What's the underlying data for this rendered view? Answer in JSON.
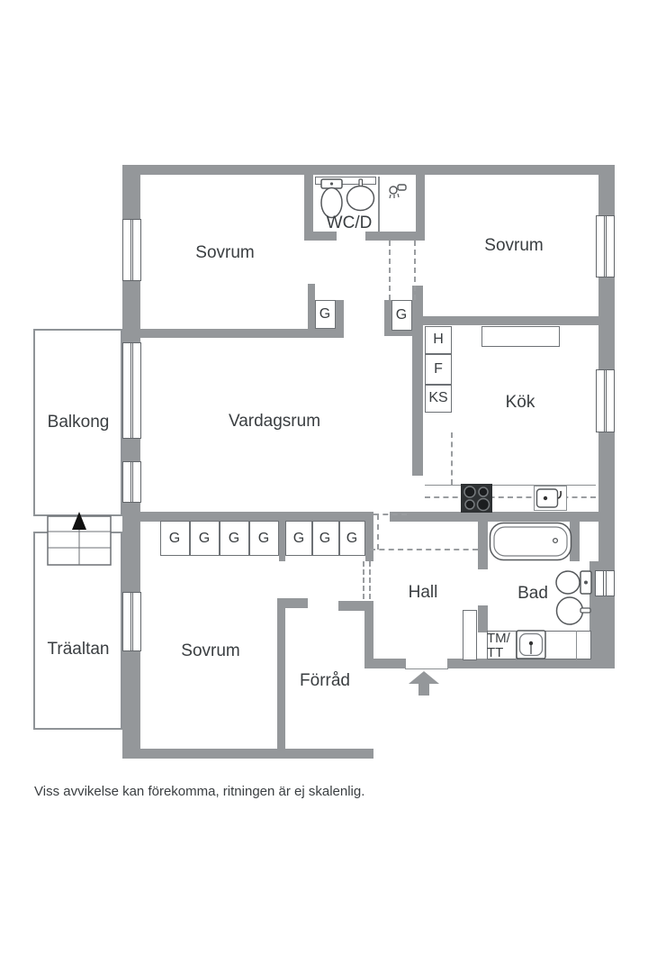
{
  "floorplan": {
    "rooms": {
      "sovrum": "Sovrum",
      "wcd": "WC/D",
      "kok": "Kök",
      "vardagsrum": "Vardagsrum",
      "balkong": "Balkong",
      "traaltan": "Träaltan",
      "forrad": "Förråd",
      "hall": "Hall",
      "bad": "Bad"
    },
    "storage": {
      "wardrobe": "G"
    },
    "appliances": {
      "h": "H",
      "f": "F",
      "ks": "KS",
      "tm": "TM/",
      "tt": "TT"
    },
    "caption": "Viss avvikelse kan förekomma, ritningen är ej skalenlig.",
    "colors": {
      "wall": "#94979a",
      "fixture_outline": "#55585b",
      "text": "#3a3e41"
    }
  }
}
